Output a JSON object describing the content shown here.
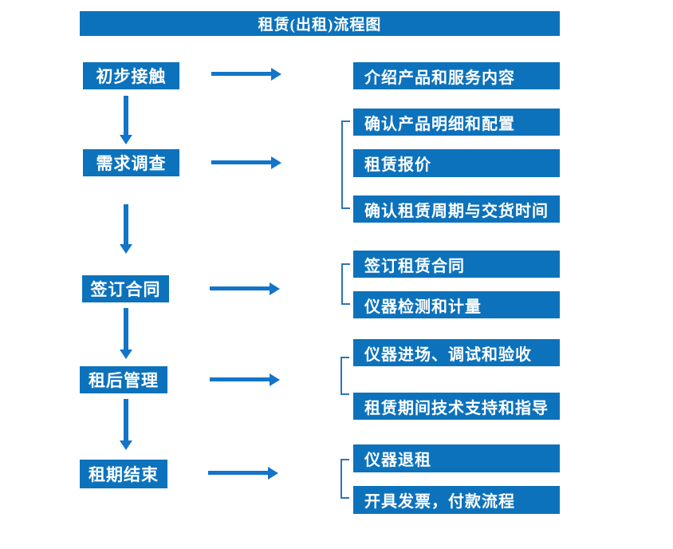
{
  "title": "租赁(出租)流程图",
  "colors": {
    "box_blue": "#0d72bc",
    "arrow_blue": "#1374c9",
    "bracket_blue": "#2e75b6",
    "text_white": "#ffffff"
  },
  "left_steps": [
    {
      "label": "初步接触"
    },
    {
      "label": "需求调查"
    },
    {
      "label": "签订合同"
    },
    {
      "label": "租后管理"
    },
    {
      "label": "租期结束"
    }
  ],
  "right_items": [
    {
      "label": "介绍产品和服务内容"
    },
    {
      "label": "确认产品明细和配置"
    },
    {
      "label": "租赁报价"
    },
    {
      "label": "确认租赁周期与交货时间"
    },
    {
      "label": "签订租赁合同"
    },
    {
      "label": "仪器检测和计量"
    },
    {
      "label": "仪器进场、调试和验收"
    },
    {
      "label": "租赁期间技术支持和指导"
    },
    {
      "label": "仪器退租"
    },
    {
      "label": "开具发票，付款流程"
    }
  ]
}
